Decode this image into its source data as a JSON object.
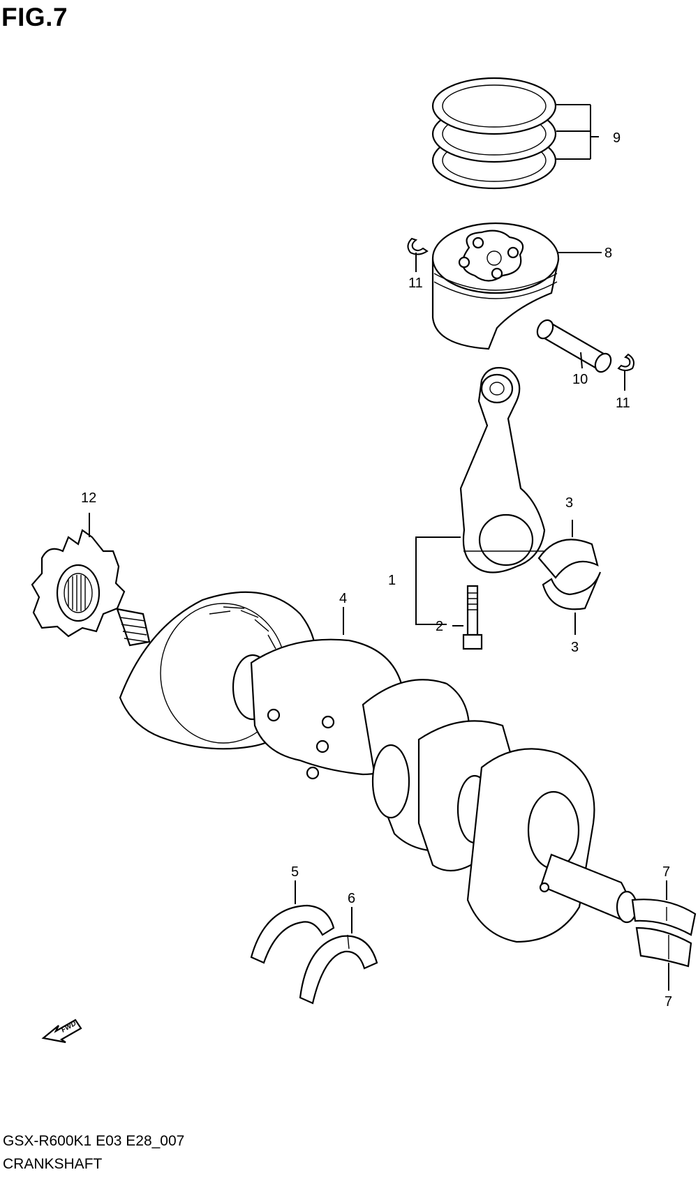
{
  "header": {
    "figure_label": "FIG.7"
  },
  "footer": {
    "drawing_code": "GSX-R600K1 E03 E28_007",
    "part_group": "CRANKSHAFT"
  },
  "fwd_arrow": {
    "text": "FWD"
  },
  "callouts": {
    "c1": "1",
    "c2": "2",
    "c3a": "3",
    "c3b": "3",
    "c4": "4",
    "c5": "5",
    "c6": "6",
    "c7a": "7",
    "c7b": "7",
    "c8": "8",
    "c9": "9",
    "c10": "10",
    "c11a": "11",
    "c11b": "11",
    "c12": "12"
  }
}
